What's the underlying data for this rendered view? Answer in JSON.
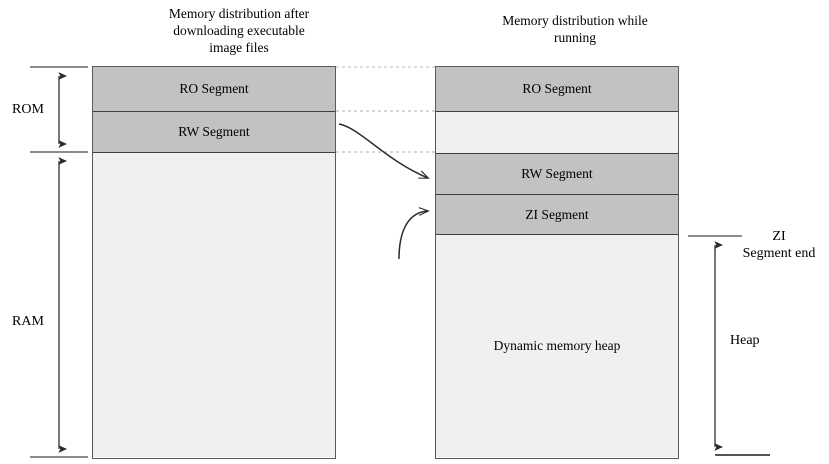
{
  "diagram": {
    "left_panel": {
      "title": "Memory distribution after\ndownloading executable\nimage files",
      "segments": [
        {
          "label": "RO Segment",
          "fill": "#c2c2c2"
        },
        {
          "label": "RW Segment",
          "fill": "#c2c2c2"
        },
        {
          "label": "",
          "fill": "#f0f0f0"
        }
      ]
    },
    "right_panel": {
      "title": "Memory distribution while\nrunning",
      "segments": [
        {
          "label": "RO Segment",
          "fill": "#c2c2c2"
        },
        {
          "label": "",
          "fill": "#f0f0f0"
        },
        {
          "label": "RW Segment",
          "fill": "#c2c2c2"
        },
        {
          "label": "ZI Segment",
          "fill": "#c2c2c2"
        },
        {
          "label": "Dynamic memory heap",
          "fill": "#f0f0f0"
        }
      ]
    },
    "left_measures": [
      {
        "name": "rom",
        "label": "ROM"
      },
      {
        "name": "ram",
        "label": "RAM"
      }
    ],
    "right_measures": [
      {
        "name": "zi-segment-end",
        "label": "ZI\nSegment end"
      },
      {
        "name": "heap",
        "label": "Heap"
      }
    ],
    "colors": {
      "segment_gray": "#c2c2c2",
      "segment_light": "#f0f0f0",
      "border": "#3f3f3f",
      "outer_border": "#5a5a5a",
      "guide_line": "#bdbdbd",
      "arrow": "#2b2b2b",
      "measure_line": "#555555"
    }
  }
}
